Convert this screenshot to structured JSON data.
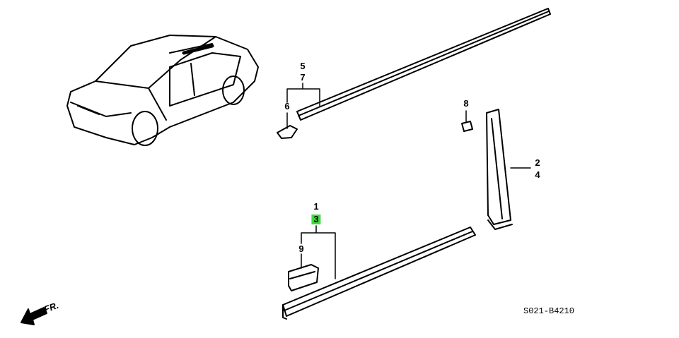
{
  "diagram": {
    "callouts": {
      "p1": "1",
      "p2": "2",
      "p3": "3",
      "p4": "4",
      "p5": "5",
      "p6": "6",
      "p7": "7",
      "p8": "8",
      "p9": "9"
    },
    "highlighted_part": "3",
    "highlight_color": "#3fd93f",
    "drawing_code": "S021-B4210",
    "direction_marker": "FR.",
    "icons": [
      "car-illustration",
      "front-arrow-icon"
    ]
  }
}
